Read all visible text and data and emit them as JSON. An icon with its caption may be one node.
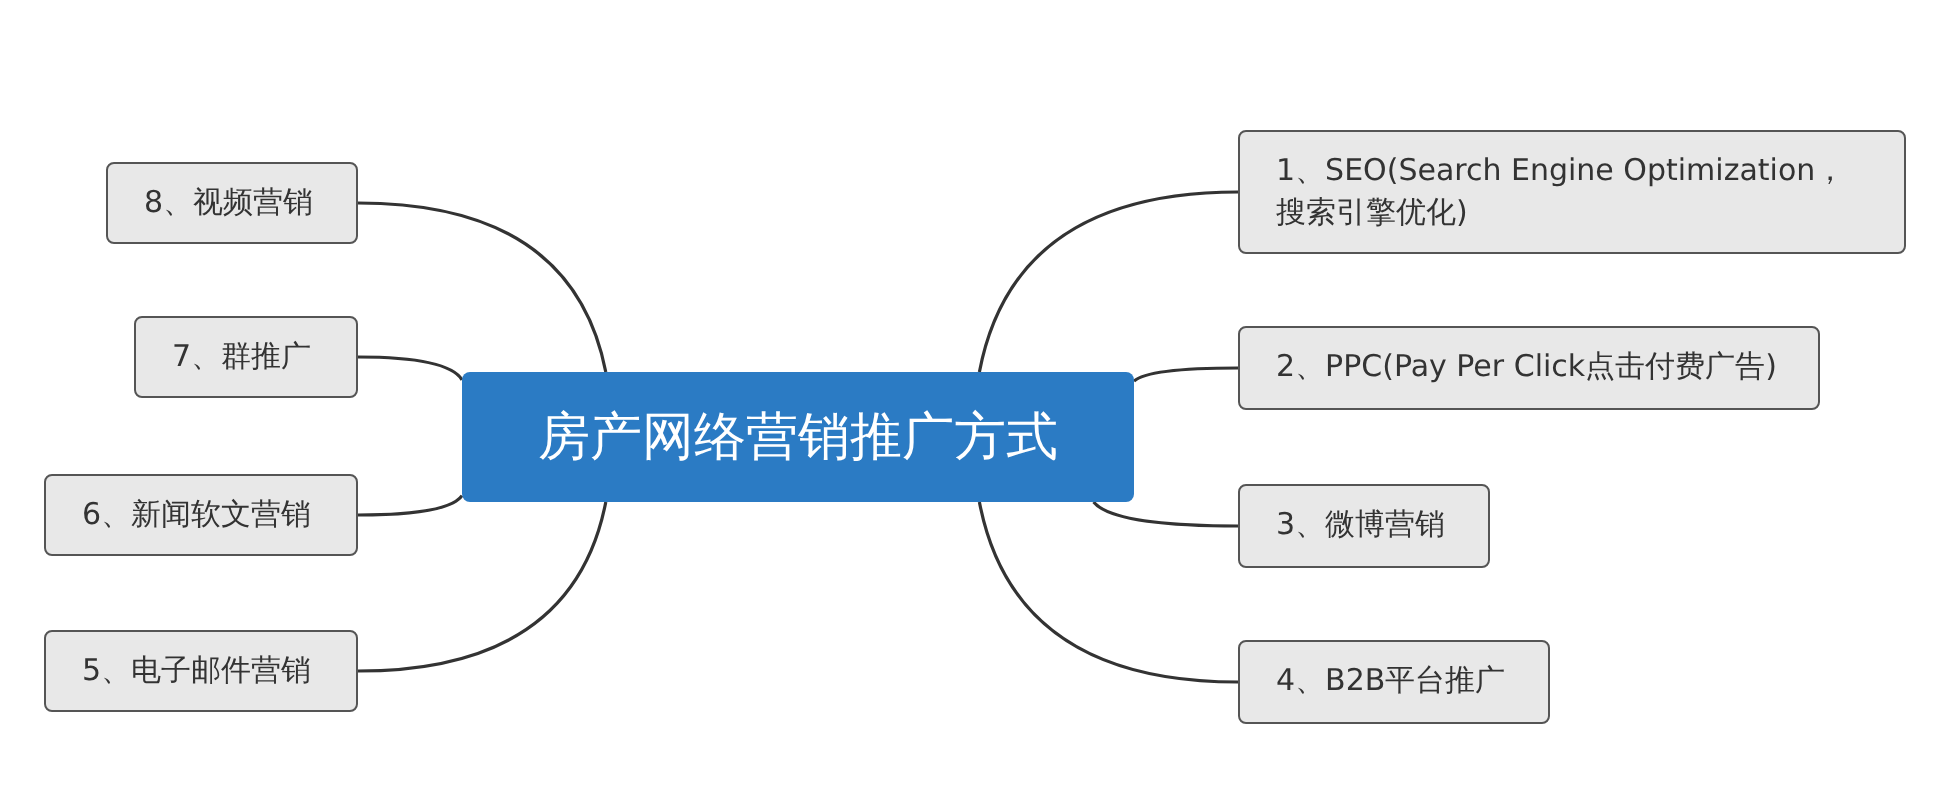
{
  "diagram": {
    "nodes": [
      {
        "text": [
          "房产网络营销推广方式"
        ]
      },
      {
        "text": [
          "1、SEO(Search Engine Optimization，搜索引擎优化)"
        ]
      },
      {
        "text": [
          "2、PPC(Pay Per Click点击付费广告)"
        ]
      },
      {
        "text": [
          "3、微博营销"
        ]
      },
      {
        "text": [
          "4、B2B平台推广"
        ]
      },
      {
        "text": [
          "5、电子邮件营销"
        ]
      },
      {
        "text": [
          "6、新闻软文营销"
        ]
      },
      {
        "text": [
          "7、群推广"
        ]
      },
      {
        "text": [
          "8、视频营销"
        ]
      }
    ],
    "edges": [
      {
        "from": 0,
        "to": 1,
        "arrow": "none"
      },
      {
        "from": 0,
        "to": 2,
        "arrow": "none"
      },
      {
        "from": 0,
        "to": 3,
        "arrow": "none"
      },
      {
        "from": 0,
        "to": 4,
        "arrow": "none"
      },
      {
        "from": 0,
        "to": 5,
        "arrow": "none"
      },
      {
        "from": 0,
        "to": 6,
        "arrow": "none"
      },
      {
        "from": 0,
        "to": 7,
        "arrow": "none"
      },
      {
        "from": 0,
        "to": 8,
        "arrow": "none"
      }
    ]
  }
}
